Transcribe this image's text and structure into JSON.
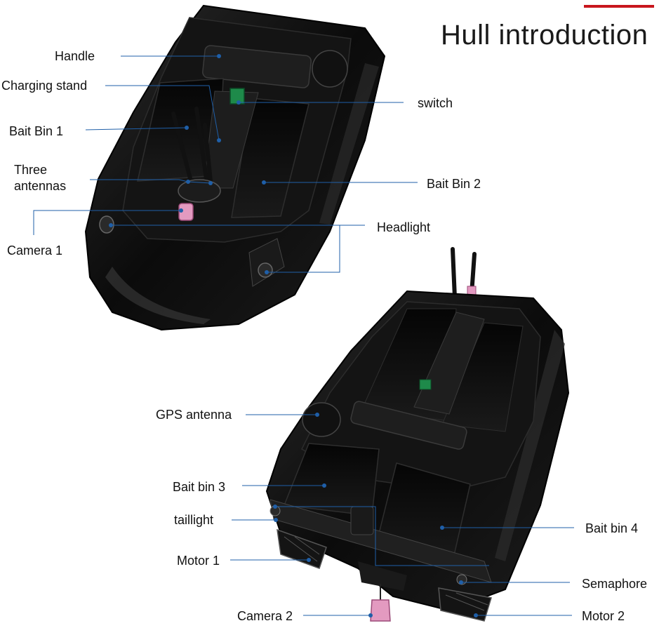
{
  "header": {
    "title": "Hull introduction",
    "accent_color": "#c8161d"
  },
  "labels": {
    "handle": "Handle",
    "charging_stand": "Charging stand",
    "switch": "switch",
    "bait_bin_1": "Bait Bin 1",
    "three_antennas_line1": "Three",
    "three_antennas_line2": "antennas",
    "bait_bin_2": "Bait Bin 2",
    "headlight": "Headlight",
    "camera_1": "Camera 1",
    "gps_antenna": "GPS antenna",
    "bait_bin_3": "Bait bin 3",
    "taillight": "taillight",
    "motor_1": "Motor 1",
    "bait_bin_4": "Bait bin 4",
    "semaphore": "Semaphore",
    "camera_2": "Camera 2",
    "motor_2": "Motor 2"
  },
  "colors": {
    "leader_line": "#1f5fa8",
    "marker_dot": "#1f5fa8",
    "hull": "#0c0c0c",
    "hull_highlight": "#3a3a3a",
    "switch_green": "#1e8a4a",
    "camera_pink": "#e39ac0"
  }
}
